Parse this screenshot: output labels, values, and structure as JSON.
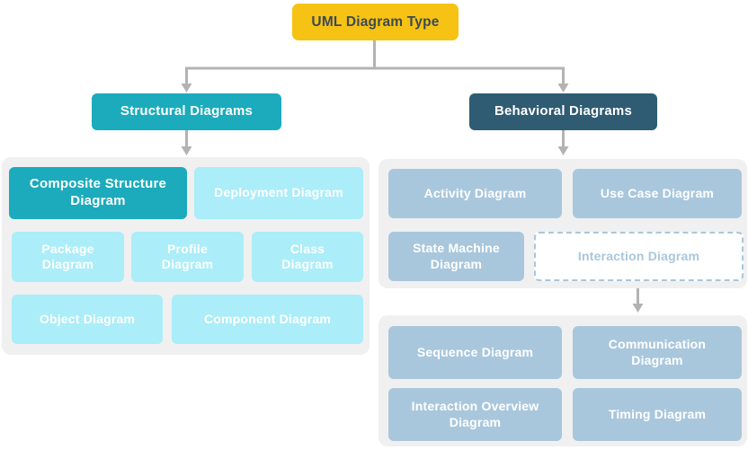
{
  "title": "UML Diagram Type hierarchy",
  "colors": {
    "root_bg": "#F6C213",
    "root_text": "#3D4A53",
    "teal": "#1BABBC",
    "dark_blue": "#2F5B73",
    "light_cyan": "#ABEDF8",
    "blue_gray": "#A9C7DC",
    "group_bg": "#F0F0F1",
    "connector": "#B3B3B3"
  },
  "root": {
    "label": "UML Diagram Type"
  },
  "branches": [
    {
      "id": "structural",
      "label": "Structural Diagrams"
    },
    {
      "id": "behavioral",
      "label": "Behavioral Diagrams"
    }
  ],
  "structural_children": [
    {
      "label": "Composite Structure Diagram",
      "highlighted": true
    },
    {
      "label": "Deployment Diagram"
    },
    {
      "label": "Package Diagram"
    },
    {
      "label": "Profile Diagram"
    },
    {
      "label": "Class Diagram"
    },
    {
      "label": "Object Diagram"
    },
    {
      "label": "Component Diagram"
    }
  ],
  "behavioral_children": [
    {
      "label": "Activity Diagram"
    },
    {
      "label": "Use Case Diagram"
    },
    {
      "label": "State Machine Diagram"
    },
    {
      "label": "Interaction Diagram",
      "dashed": true
    }
  ],
  "interaction_children": [
    {
      "label": "Sequence Diagram"
    },
    {
      "label": "Communication Diagram"
    },
    {
      "label": "Interaction Overview Diagram"
    },
    {
      "label": "Timing Diagram"
    }
  ],
  "edges": [
    {
      "from": "UML Diagram Type",
      "to": "Structural Diagrams"
    },
    {
      "from": "UML Diagram Type",
      "to": "Behavioral Diagrams"
    },
    {
      "from": "Structural Diagrams",
      "to": "structural-group"
    },
    {
      "from": "Behavioral Diagrams",
      "to": "behavioral-group"
    },
    {
      "from": "Interaction Diagram",
      "to": "interaction-group"
    }
  ]
}
